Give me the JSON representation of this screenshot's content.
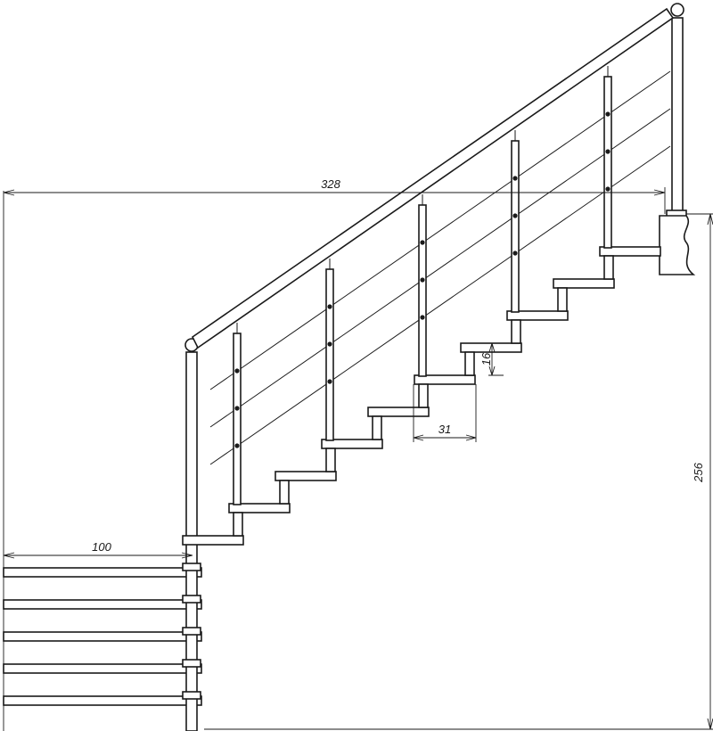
{
  "dimensions": {
    "total_length": "328",
    "total_height": "256",
    "landing_width": "100",
    "tread_depth": "31",
    "riser_height": "16"
  },
  "colors": {
    "ink": "#1a1a1a",
    "background": "#ffffff"
  }
}
